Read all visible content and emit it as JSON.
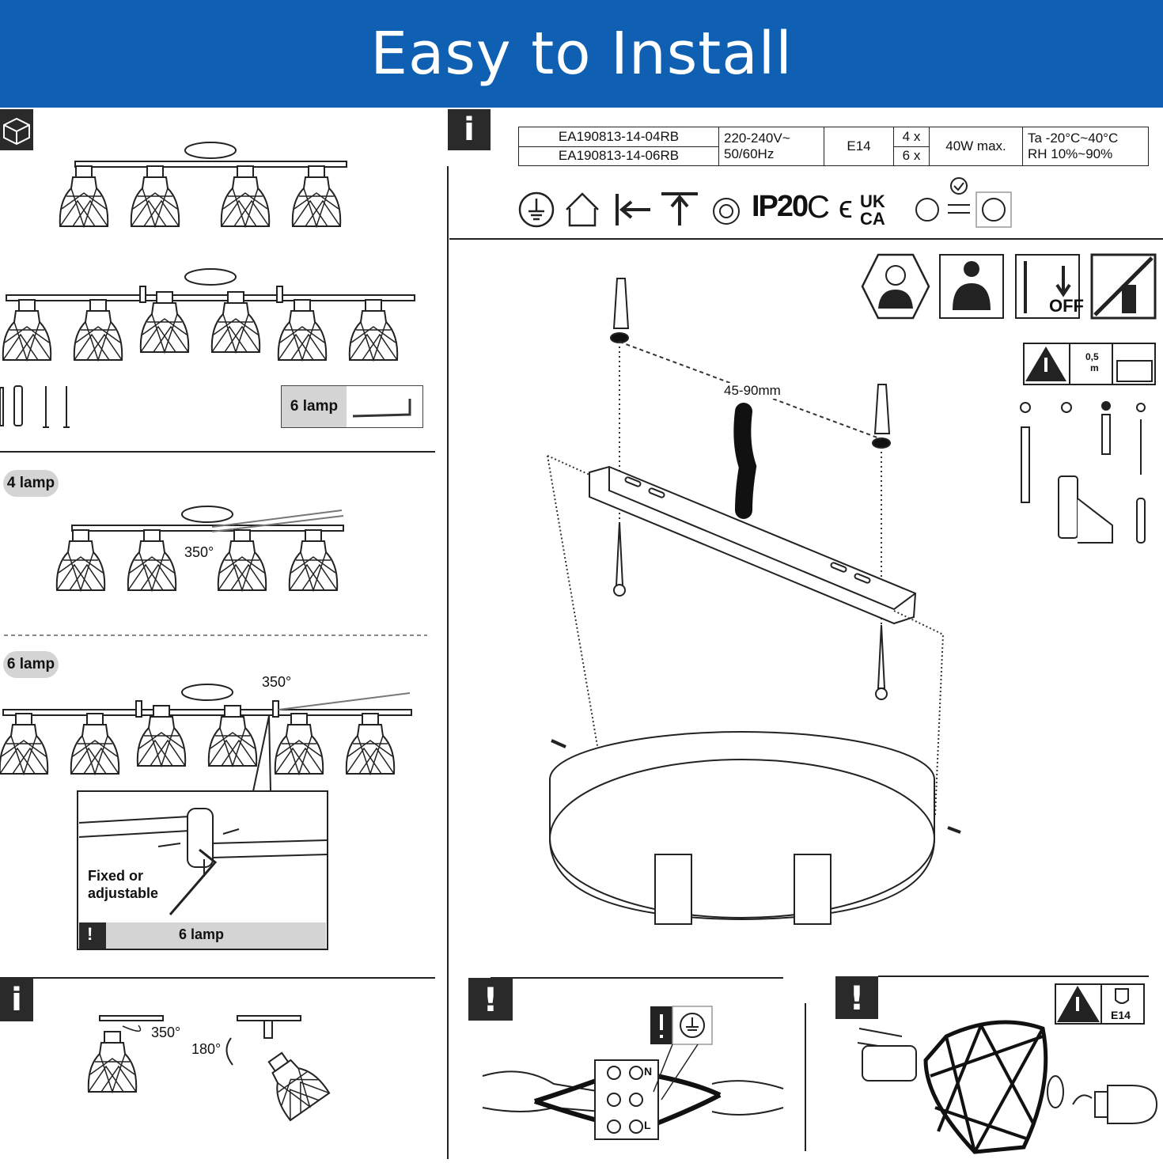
{
  "banner": {
    "title": "Easy to Install"
  },
  "spec_table": {
    "models": [
      "EA190813-14-04RB",
      "EA190813-14-06RB"
    ],
    "voltage": [
      "220-240V~",
      "50/60Hz"
    ],
    "socket": "E14",
    "counts": [
      "4 x",
      "6 x"
    ],
    "wattage": "40W max.",
    "env": [
      "Ta -20°C~40°C",
      "RH 10%~90%"
    ]
  },
  "symbols": {
    "ip_rating": "IP20",
    "ce": "C ϵ",
    "ukca": [
      "UK",
      "CA"
    ]
  },
  "info_marks": {
    "letter": "i",
    "warning": "!"
  },
  "left_panel": {
    "parts_label": "6 lamp",
    "four_lamp_label": "4 lamp",
    "six_lamp_label": "6 lamp",
    "rotation_4": "350°",
    "rotation_6": "350°",
    "detail_text_1": "Fixed or",
    "detail_text_2": "adjustable",
    "detail_footer": "6 lamp",
    "bottom_rotation": "350°",
    "bottom_tilt": "180°"
  },
  "mounting": {
    "spacing": "45-90mm",
    "off_label": "OFF",
    "distance_value": "0,5",
    "distance_unit": "m"
  },
  "wiring": {
    "terminal_labels": [
      "N",
      "L"
    ]
  },
  "bulb_panel": {
    "socket_label": "E14"
  }
}
